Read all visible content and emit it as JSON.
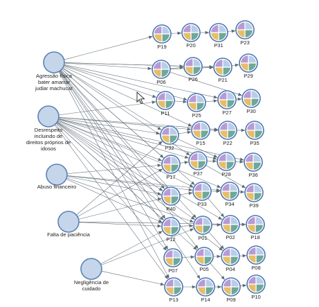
{
  "colors": {
    "q_top_left": "#b79ad6",
    "q_top_right": "#b9cde9",
    "q_bottom_left": "#e6be69",
    "q_bottom_right": "#6ea898",
    "ring": "#4a76b4",
    "cause_fill": "#c5d6ea",
    "cause_stroke": "#5a82b4",
    "edge": "#5c6a73"
  },
  "causes": [
    {
      "id": "c1",
      "lines": [
        "Agressão física",
        "bater amarrar",
        "judiar machucar"
      ]
    },
    {
      "id": "c2",
      "lines": [
        "Desrespeito",
        "incluindo de",
        "direitos próprios de",
        "idosos"
      ]
    },
    {
      "id": "c3",
      "lines": [
        "Abuso financeiro"
      ]
    },
    {
      "id": "c4",
      "lines": [
        "Falta de paciência"
      ]
    },
    {
      "id": "c5",
      "lines": [
        "Negligência de",
        "cuidado"
      ]
    }
  ],
  "participants": [
    {
      "id": "P19",
      "label": "P19"
    },
    {
      "id": "P20",
      "label": "P20"
    },
    {
      "id": "P31",
      "label": "P31"
    },
    {
      "id": "P23",
      "label": "P23"
    },
    {
      "id": "P06",
      "label": "P06"
    },
    {
      "id": "P26",
      "label": "P26"
    },
    {
      "id": "P21",
      "label": "P21"
    },
    {
      "id": "P29",
      "label": "P29"
    },
    {
      "id": "P11",
      "label": "P11"
    },
    {
      "id": "P25",
      "label": "P25"
    },
    {
      "id": "P27",
      "label": "P27"
    },
    {
      "id": "P30",
      "label": "P30"
    },
    {
      "id": "P32",
      "label": "P32"
    },
    {
      "id": "P15",
      "label": "P15"
    },
    {
      "id": "P22",
      "label": "P22"
    },
    {
      "id": "P35",
      "label": "P35"
    },
    {
      "id": "P17",
      "label": "P17"
    },
    {
      "id": "P37",
      "label": "P37"
    },
    {
      "id": "P28",
      "label": "P28"
    },
    {
      "id": "P36",
      "label": "P36"
    },
    {
      "id": "P40",
      "label": "P40"
    },
    {
      "id": "P33",
      "label": "P33"
    },
    {
      "id": "P34",
      "label": "P34"
    },
    {
      "id": "P39",
      "label": "P39"
    },
    {
      "id": "P12",
      "label": "P12"
    },
    {
      "id": "P01",
      "label": "P01"
    },
    {
      "id": "P02",
      "label": "P02"
    },
    {
      "id": "P18",
      "label": "P18"
    },
    {
      "id": "P07",
      "label": "P07"
    },
    {
      "id": "P05",
      "label": "P05"
    },
    {
      "id": "P04",
      "label": "P04"
    },
    {
      "id": "P08",
      "label": "P08"
    },
    {
      "id": "P13",
      "label": "P13"
    },
    {
      "id": "P14",
      "label": "P14"
    },
    {
      "id": "P09",
      "label": "P09"
    },
    {
      "id": "P10",
      "label": "P10"
    }
  ],
  "edges": [
    [
      "c1",
      "P19"
    ],
    [
      "c1",
      "P06"
    ],
    [
      "c1",
      "P11"
    ],
    [
      "c1",
      "P32"
    ],
    [
      "c1",
      "P17"
    ],
    [
      "c1",
      "P40"
    ],
    [
      "c1",
      "P12"
    ],
    [
      "c1",
      "P07"
    ],
    [
      "c1",
      "P13"
    ],
    [
      "c1",
      "P15"
    ],
    [
      "c1",
      "P25"
    ],
    [
      "c1",
      "P26"
    ],
    [
      "c1",
      "P37"
    ],
    [
      "c1",
      "P33"
    ],
    [
      "c1",
      "P01"
    ],
    [
      "c1",
      "P05"
    ],
    [
      "c1",
      "P14"
    ],
    [
      "c1",
      "P27"
    ],
    [
      "c1",
      "P21"
    ],
    [
      "c2",
      "P11"
    ],
    [
      "c2",
      "P32"
    ],
    [
      "c2",
      "P17"
    ],
    [
      "c2",
      "P40"
    ],
    [
      "c2",
      "P12"
    ],
    [
      "c2",
      "P07"
    ],
    [
      "c2",
      "P13"
    ],
    [
      "c2",
      "P15"
    ],
    [
      "c2",
      "P37"
    ],
    [
      "c2",
      "P33"
    ],
    [
      "c2",
      "P01"
    ],
    [
      "c2",
      "P28"
    ],
    [
      "c2",
      "P22"
    ],
    [
      "c2",
      "P34"
    ],
    [
      "c2",
      "P02"
    ],
    [
      "c2",
      "P04"
    ],
    [
      "c2",
      "P05"
    ],
    [
      "c2",
      "P36"
    ],
    [
      "c3",
      "P17"
    ],
    [
      "c3",
      "P40"
    ],
    [
      "c3",
      "P12"
    ],
    [
      "c3",
      "P01"
    ],
    [
      "c3",
      "P33"
    ],
    [
      "c3",
      "P34"
    ],
    [
      "c4",
      "P32"
    ],
    [
      "c4",
      "P17"
    ],
    [
      "c4",
      "P40"
    ],
    [
      "c4",
      "P12"
    ],
    [
      "c4",
      "P18"
    ],
    [
      "c5",
      "P12"
    ],
    [
      "c5",
      "P01"
    ],
    [
      "c5",
      "P13"
    ]
  ],
  "pedges": [
    [
      "P19",
      "P20"
    ],
    [
      "P20",
      "P31"
    ],
    [
      "P31",
      "P23"
    ],
    [
      "P06",
      "P26"
    ],
    [
      "P26",
      "P21"
    ],
    [
      "P21",
      "P29"
    ],
    [
      "P06",
      "P21"
    ],
    [
      "P11",
      "P25"
    ],
    [
      "P25",
      "P27"
    ],
    [
      "P27",
      "P30"
    ],
    [
      "P06",
      "P30"
    ],
    [
      "P32",
      "P15"
    ],
    [
      "P15",
      "P22"
    ],
    [
      "P22",
      "P35"
    ],
    [
      "P17",
      "P37"
    ],
    [
      "P37",
      "P28"
    ],
    [
      "P28",
      "P36"
    ],
    [
      "P32",
      "P28"
    ],
    [
      "P40",
      "P33"
    ],
    [
      "P33",
      "P34"
    ],
    [
      "P34",
      "P39"
    ],
    [
      "P37",
      "P39"
    ],
    [
      "P12",
      "P01"
    ],
    [
      "P01",
      "P02"
    ],
    [
      "P02",
      "P18"
    ],
    [
      "P33",
      "P02"
    ],
    [
      "P07",
      "P05"
    ],
    [
      "P05",
      "P04"
    ],
    [
      "P04",
      "P08"
    ],
    [
      "P01",
      "P04"
    ],
    [
      "P13",
      "P14"
    ],
    [
      "P14",
      "P09"
    ],
    [
      "P09",
      "P10"
    ],
    [
      "P05",
      "P09"
    ]
  ]
}
